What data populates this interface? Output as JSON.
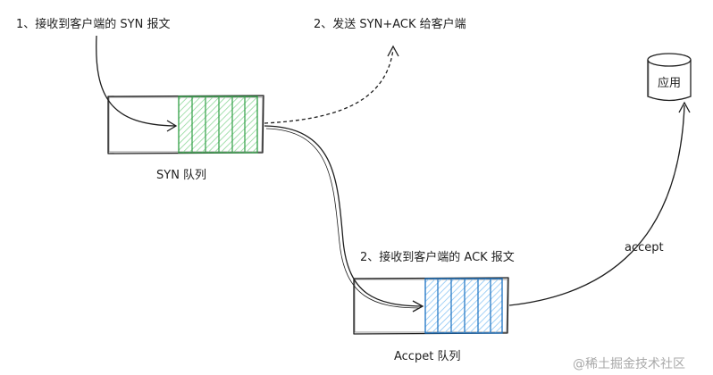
{
  "labels": {
    "step1": "1、接收到客户端的 SYN 报文",
    "step2": "2、发送 SYN+ACK 给客户端",
    "step3": "2、接收到客户端的 ACK 报文",
    "syn_queue": "SYN 队列",
    "accept_queue": "Accpet 队列",
    "app": "应用",
    "accept": "accept"
  },
  "watermark": "@稀土掘金技术社区",
  "colors": {
    "stroke": "#1e1e1e",
    "syn_fill": "#b2f2bb",
    "syn_stroke": "#2f9e44",
    "accept_fill": "#a5d8ff",
    "accept_stroke": "#1971c2"
  }
}
